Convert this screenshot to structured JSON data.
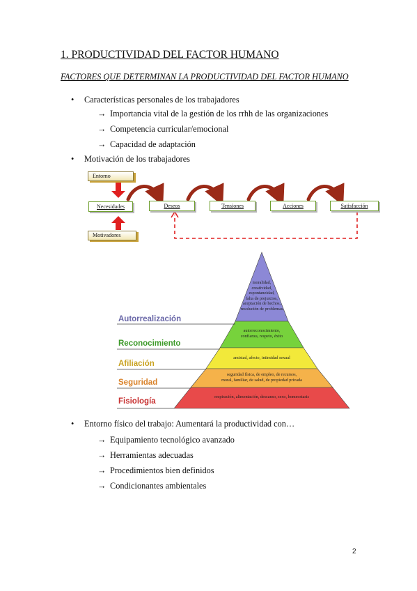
{
  "heading": "1. PRODUCTIVIDAD DEL FACTOR HUMANO",
  "subheading": "FACTORES QUE DETERMINAN LA PRODUCTIVIDAD DEL FACTOR HUMANO",
  "section1": {
    "bullet": "Características personales de los trabajadores",
    "items": [
      "Importancia vital de la gestión de los rrhh de las organizaciones",
      "Competencia curricular/emocional",
      "Capacidad de adaptación"
    ]
  },
  "section2": {
    "bullet": "Motivación de los trabajadores"
  },
  "motivation_diagram": {
    "top_input": "Entorno",
    "bottom_input": "Motivadores",
    "chain": [
      "Necesidades",
      "Deseos",
      "Tensiones",
      "Acciones",
      "Satisfacción"
    ],
    "colors": {
      "box_border": "#6d9e2c",
      "arrow": "#9b2a18",
      "input_arrow": "#e02020",
      "feedback": "#e02020"
    }
  },
  "pyramid": {
    "levels": [
      {
        "label": "Autorrealización",
        "text": "moralidad,\ncreatividad,\nespontaneidad,\nfalta de prejuicios,\naceptación de hechos,\nresolución de problemas",
        "color": "#8c88d6",
        "label_color": "#6a68a8"
      },
      {
        "label": "Reconocimiento",
        "text": "autorreconocimiento,\nconfianza, respeto, éxito",
        "color": "#77d23c",
        "label_color": "#3d9a2a"
      },
      {
        "label": "Afiliación",
        "text": "amistad, afecto, intimidad sexual",
        "color": "#f2e93a",
        "label_color": "#c9a21f"
      },
      {
        "label": "Seguridad",
        "text": "seguridad física, de empleo, de recursos,\nmoral, familiar, de salud, de propiedad privada",
        "color": "#f5b24a",
        "label_color": "#d9822a"
      },
      {
        "label": "Fisiología",
        "text": "respiración, alimentación, descanso, sexo, homeostasis",
        "color": "#e84a4a",
        "label_color": "#c83232"
      }
    ]
  },
  "section3": {
    "bullet": "Entorno físico del trabajo: Aumentará la productividad con…",
    "items": [
      "Equipamiento tecnológico avanzado",
      "Herramientas adecuadas",
      "Procedimientos bien definidos",
      "Condicionantes ambientales"
    ]
  },
  "page_number": "2"
}
